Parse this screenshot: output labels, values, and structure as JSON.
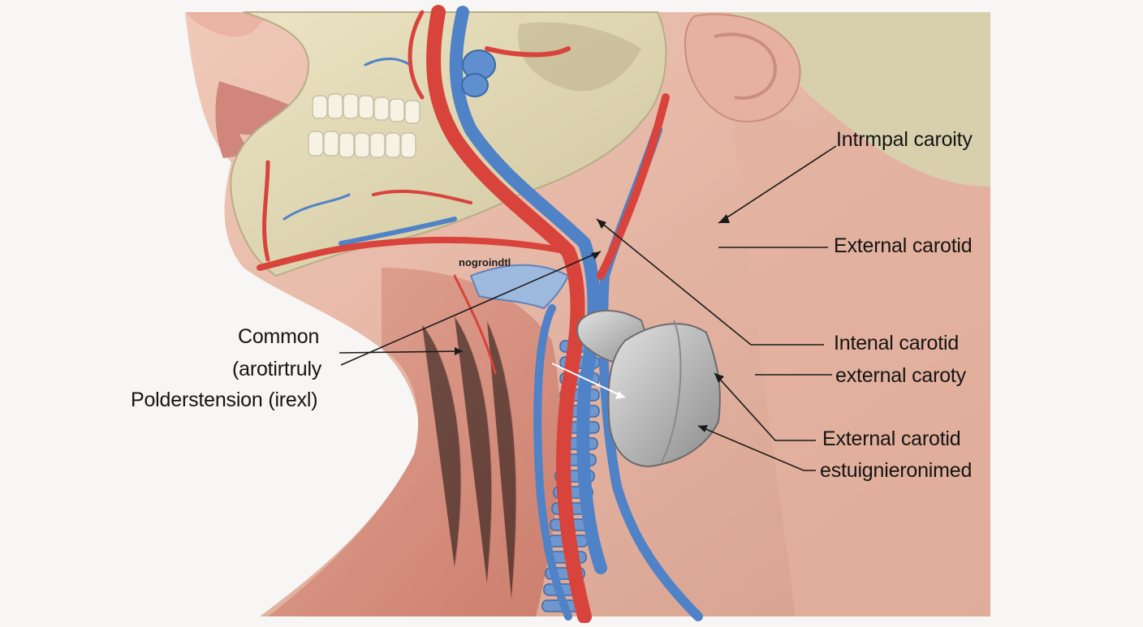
{
  "figure": {
    "left_labels": {
      "common": "Common",
      "common_sub": "(arotirtruly",
      "polder": "Polderstension (irexl)"
    },
    "right_labels": {
      "intrmpal": "Intrmpal caroity",
      "external_1": "External carotid",
      "internal": "Intenal carotid",
      "external_2": "external caroty",
      "external_3": "External carotid",
      "estuig": "estuignieronimed"
    },
    "inner_label": "nogroindtl"
  },
  "colors": {
    "skin": "#e9b9a8",
    "bone": "#ded6b3",
    "artery": "#d9463f",
    "vein": "#5b8ccc",
    "probe": "#b8b8b8"
  }
}
